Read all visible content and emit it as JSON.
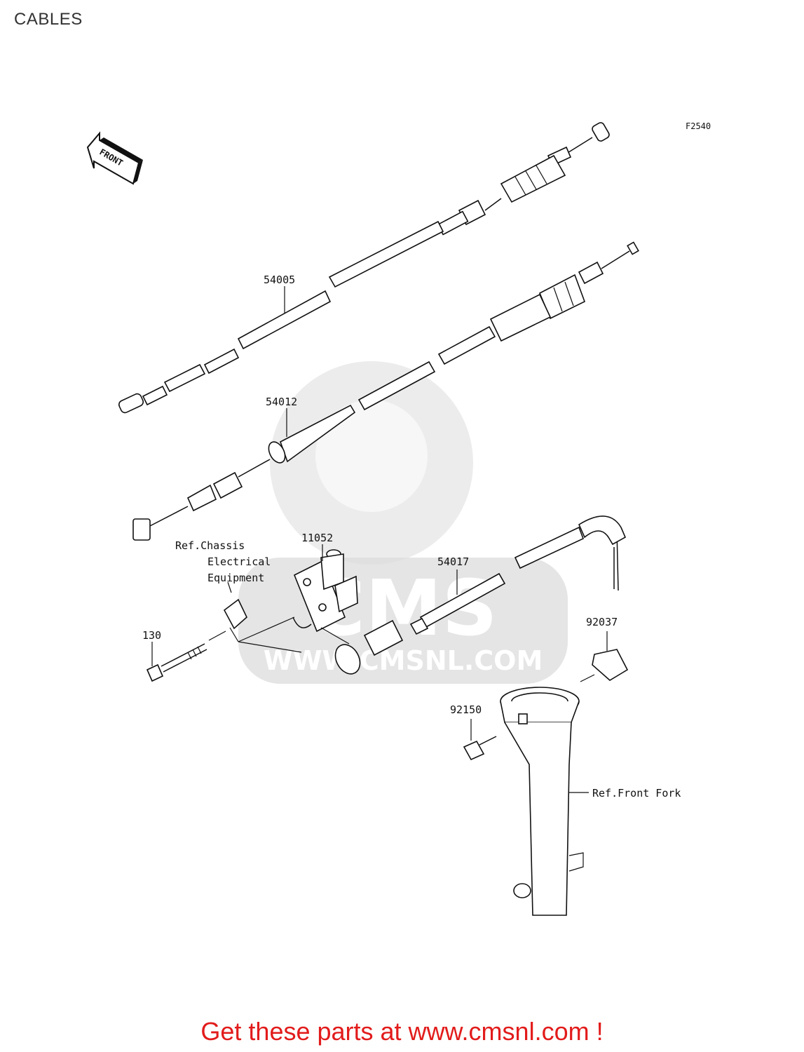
{
  "page": {
    "title": "CABLES"
  },
  "diagram": {
    "figure_code": "F2540",
    "front_label": "FRONT",
    "parts": [
      {
        "id": "cable-54005",
        "number": "54005"
      },
      {
        "id": "cable-54012",
        "number": "54012"
      },
      {
        "id": "switch-11052",
        "number": "11052"
      },
      {
        "id": "cable-54017",
        "number": "54017"
      },
      {
        "id": "bolt-130",
        "number": "130"
      },
      {
        "id": "clamp-92037",
        "number": "92037"
      },
      {
        "id": "bolt-92150",
        "number": "92150"
      }
    ],
    "references": {
      "chassis_line1": "Ref.Chassis",
      "chassis_line2": "Electrical",
      "chassis_line3": "Equipment",
      "front_fork": "Ref.Front Fork"
    }
  },
  "watermark": {
    "brand": "CMS",
    "url": "WWW.CMSNL.COM"
  },
  "footer": {
    "promo": "Get these parts at www.cmsnl.com !",
    "promo_color": "#e21b1b"
  }
}
